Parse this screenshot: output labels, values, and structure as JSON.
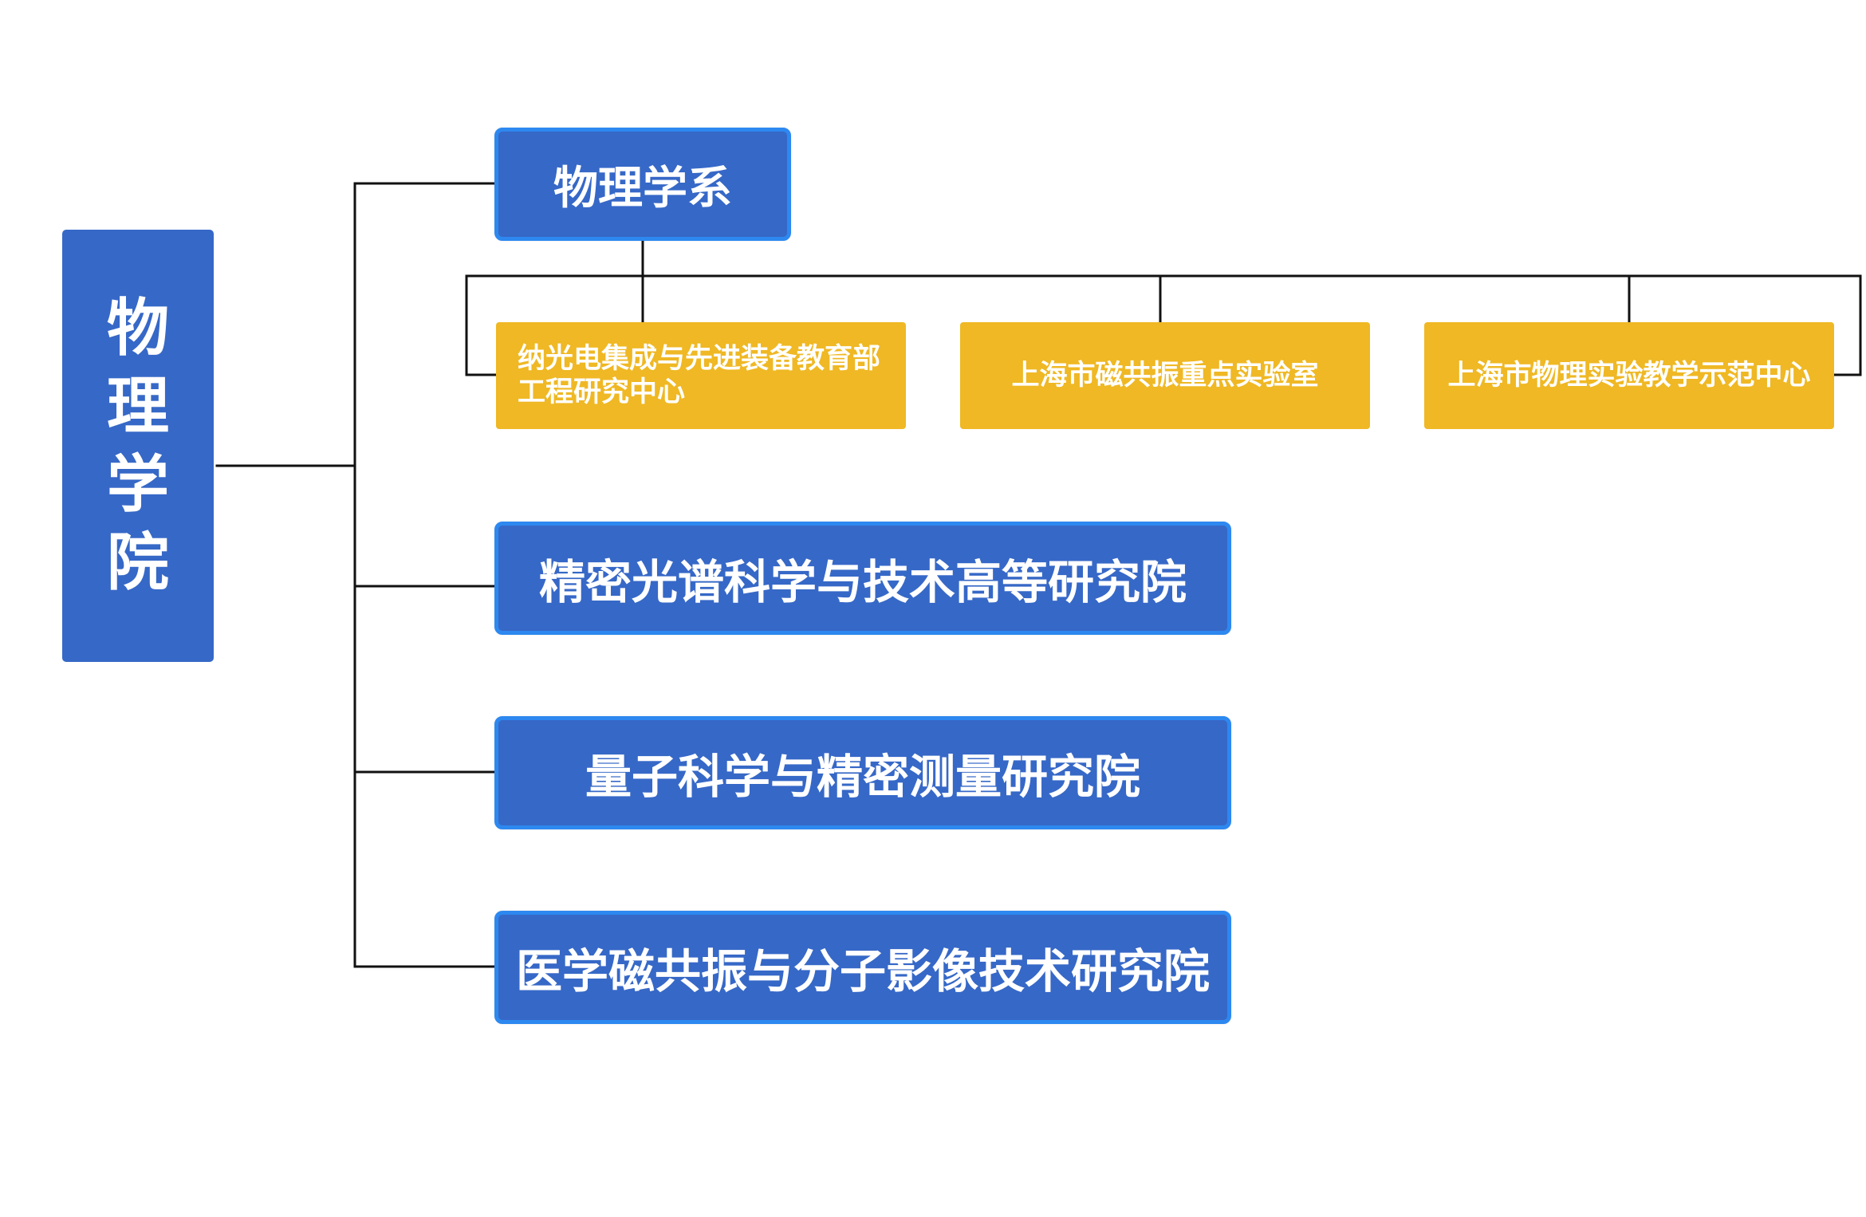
{
  "diagram": {
    "root": {
      "title_chars": [
        "物",
        "理",
        "学",
        "院"
      ]
    },
    "department": {
      "label": "物理学系",
      "children": [
        "纳光电集成与先进装备教育部工程研究中心",
        "上海市磁共振重点实验室",
        "上海市物理实验教学示范中心"
      ]
    },
    "institutes": [
      "精密光谱科学与技术高等研究院",
      "量子科学与精密测量研究院",
      "医学磁共振与分子影像技术研究院"
    ],
    "colors": {
      "primary_blue": "#3668c7",
      "border_blue": "#2d88f0",
      "gold": "#efb824",
      "line": "#111111",
      "text": "#ffffff"
    }
  }
}
